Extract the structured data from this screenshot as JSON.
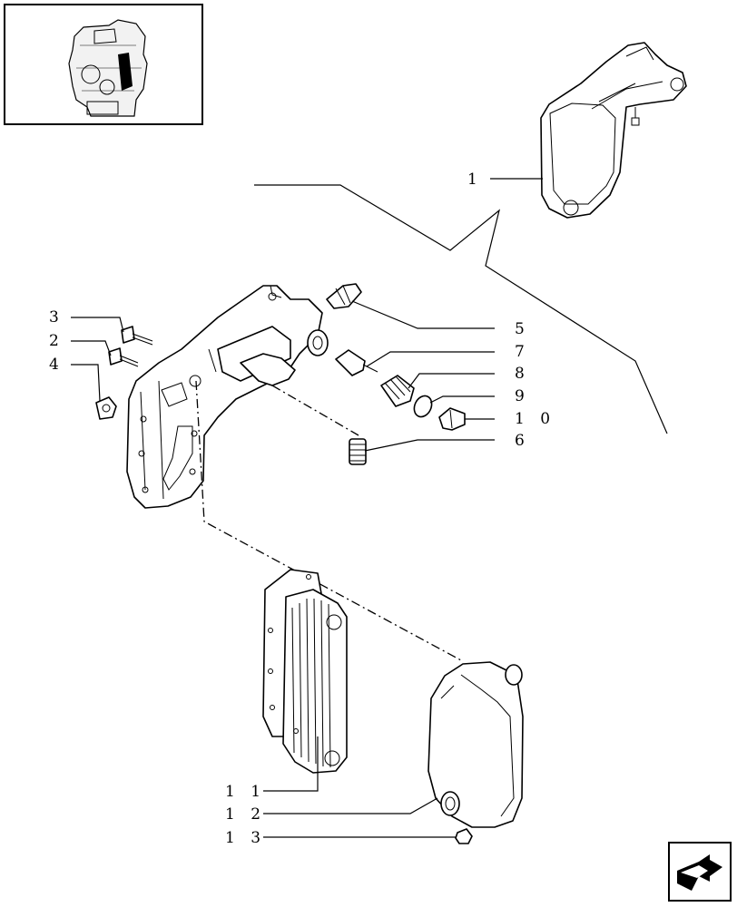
{
  "labels": {
    "p1": "1",
    "p2": "2",
    "p3": "3",
    "p4": "4",
    "p5": "5",
    "p6": "6",
    "p7": "7",
    "p8": "8",
    "p9": "9",
    "p10": "1 0",
    "p11": "1 1",
    "p12": "1 2",
    "p13": "1 3"
  },
  "icons": {
    "thumbnail": "engine-location-thumbnail",
    "nav": "next-page-arrow-icon"
  }
}
